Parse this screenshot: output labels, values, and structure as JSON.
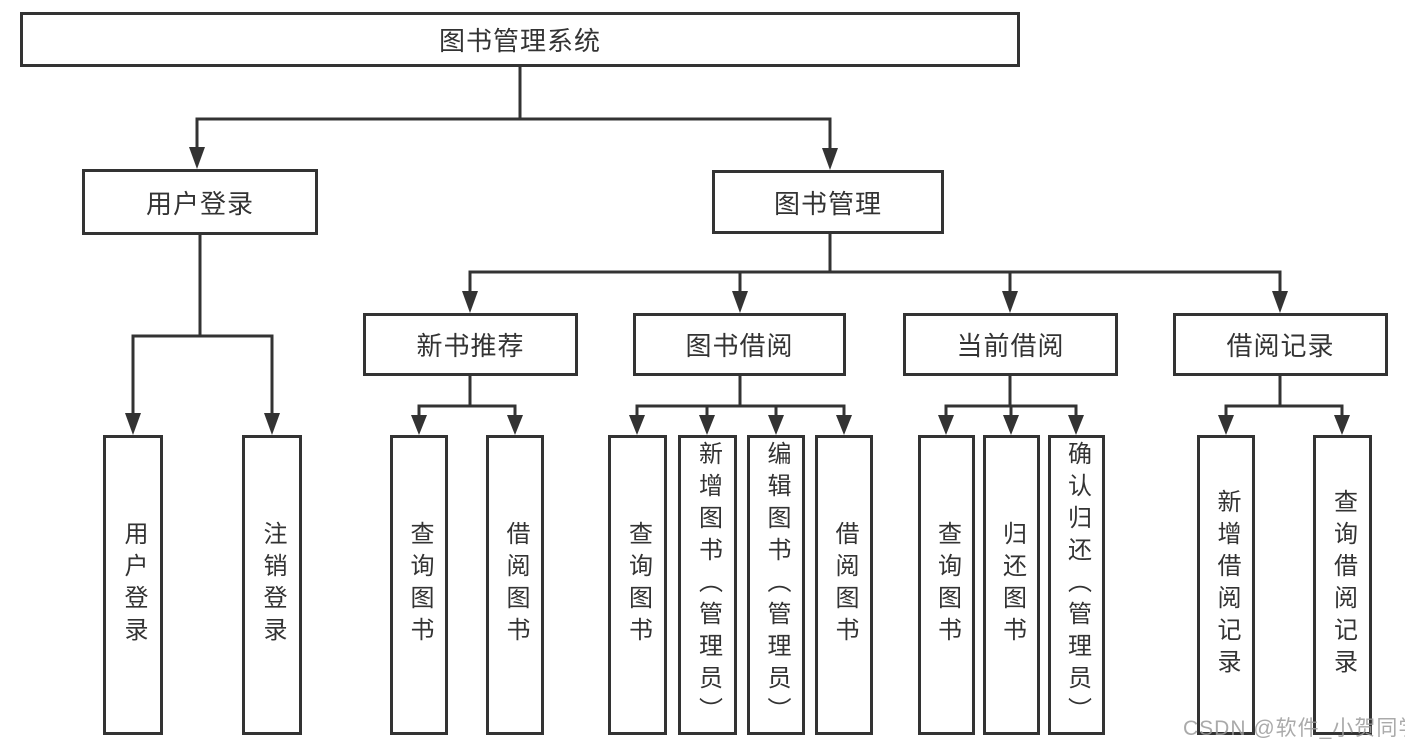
{
  "tree": {
    "label": "图书管理系统",
    "children": [
      {
        "label": "用户登录",
        "children": [
          {
            "label": "用户登录"
          },
          {
            "label": "注销登录"
          }
        ]
      },
      {
        "label": "图书管理",
        "children": [
          {
            "label": "新书推荐",
            "children": [
              {
                "label": "查询图书"
              },
              {
                "label": "借阅图书"
              }
            ]
          },
          {
            "label": "图书借阅",
            "children": [
              {
                "label": "查询图书"
              },
              {
                "label": "新增图书（管理员）"
              },
              {
                "label": "编辑图书（管理员）"
              },
              {
                "label": "借阅图书"
              }
            ]
          },
          {
            "label": "当前借阅",
            "children": [
              {
                "label": "查询图书"
              },
              {
                "label": "归还图书"
              },
              {
                "label": "确认归还（管理员）"
              }
            ]
          },
          {
            "label": "借阅记录",
            "children": [
              {
                "label": "新增借阅记录"
              },
              {
                "label": "查询借阅记录"
              }
            ]
          }
        ]
      }
    ]
  },
  "watermark": "CSDN @软件_小贺同学",
  "colors": {
    "line": "#333333",
    "box_border": "#333333",
    "box_fill": "#ffffff",
    "text": "#333333",
    "watermark": "#9b9b9b",
    "background": "#ffffff"
  }
}
